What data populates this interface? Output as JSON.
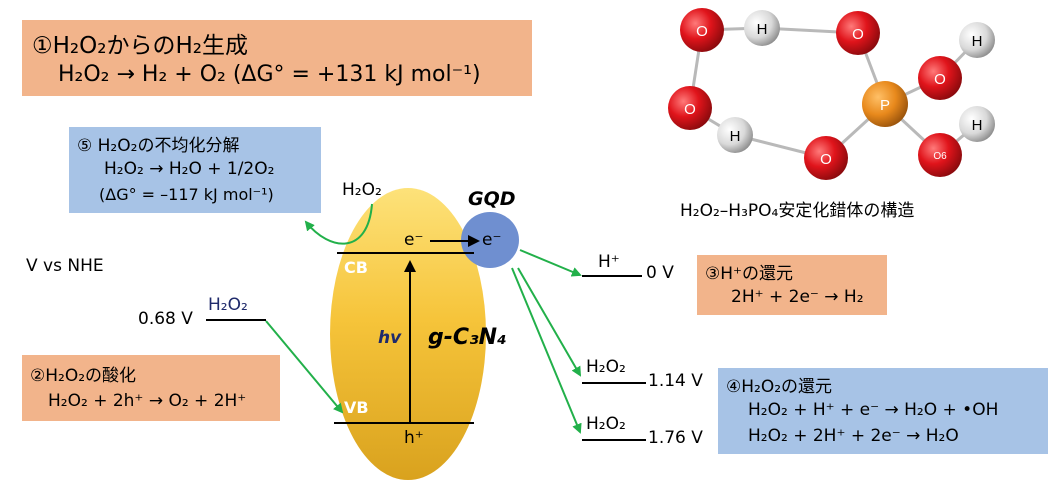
{
  "box1": {
    "title": "①H₂O₂からのH₂生成",
    "equation": "H₂O₂ → H₂ + O₂ (ΔG° = +131 kJ mol⁻¹)"
  },
  "box5": {
    "title": "⑤ H₂O₂の不均化分解",
    "equation": "H₂O₂ → H₂O + 1/2O₂",
    "dg": "(ΔG° = –117 kJ mol⁻¹)"
  },
  "box2": {
    "title": "②H₂O₂の酸化",
    "equation": "H₂O₂ + 2h⁺ → O₂ + 2H⁺"
  },
  "box3": {
    "title": "③H⁺の還元",
    "equation": "2H⁺ + 2e⁻ → H₂"
  },
  "box4": {
    "title": "④H₂O₂の還元",
    "equation1": "H₂O₂ + H⁺ + e⁻ → H₂O + •OH",
    "equation2": "H₂O₂ + 2H⁺ + 2e⁻ → H₂O"
  },
  "molecule": {
    "caption": "H₂O₂–H₃PO₄安定化錯体の構造",
    "atoms": {
      "o": "O",
      "h": "H",
      "p": "P",
      "o6": "O6"
    }
  },
  "diagram": {
    "axis_label": "V vs NHE",
    "cb": "CB",
    "vb": "VB",
    "hv": "hv",
    "catalyst": "g-C₃N₄",
    "gqd": "GQD",
    "e_minus": "e⁻",
    "h_plus_hole": "h⁺",
    "h2o2": "H₂O₂",
    "h_plus": "H⁺",
    "v_068": "0.68 V",
    "v_0": "0 V",
    "v_114": "1.14 V",
    "v_176": "1.76 V"
  },
  "colors": {
    "orange_box": "#f2b48b",
    "blue_box": "#a7c3e6",
    "arrow_green": "#22b04a",
    "ellipse_yellow": "#f6c43a",
    "gqd_blue": "#6f8fd0",
    "navy_text": "#1f2a6b",
    "oxygen_red": "#e0141b",
    "phosphorus_orange": "#e8891c"
  }
}
